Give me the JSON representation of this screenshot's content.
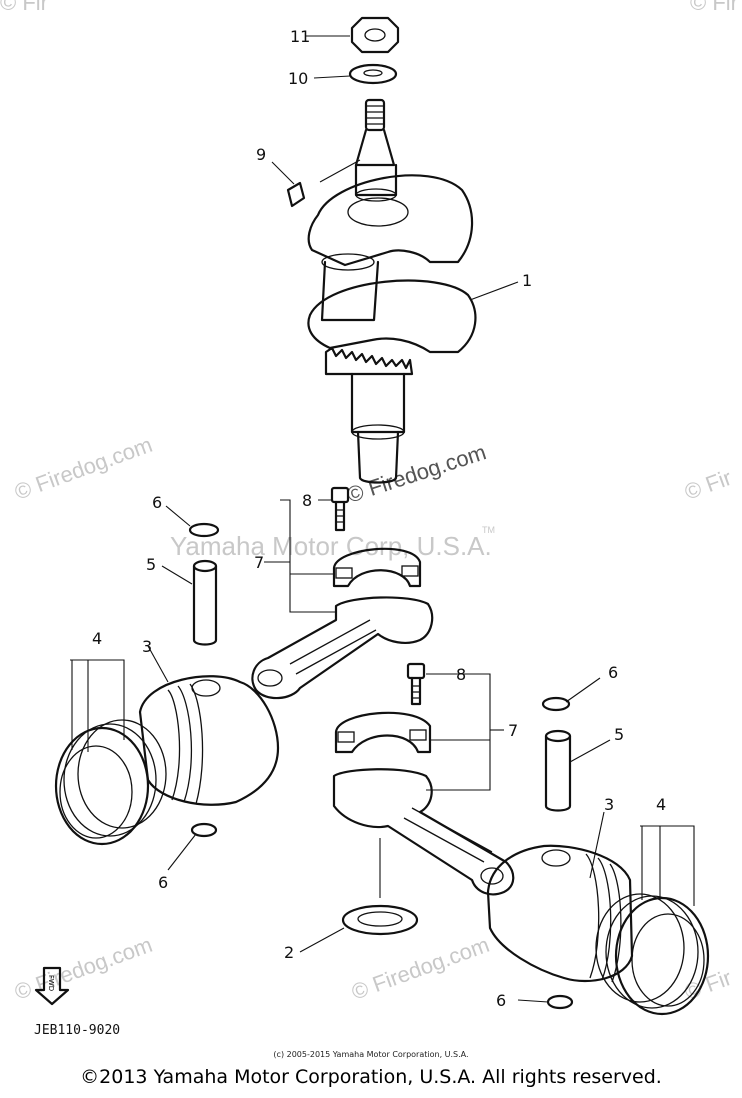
{
  "watermarks": {
    "firedog": "© Firedog.com",
    "firedog_edge": "© Fir",
    "yamaha": "Yamaha Motor Corp, U.S.A.",
    "tm": "TM"
  },
  "callouts": {
    "c11": "11",
    "c10": "10",
    "c9": "9",
    "c1": "1",
    "c8a": "8",
    "c7a": "7",
    "c6a": "6",
    "c5a": "5",
    "c4a": "4",
    "c3a": "3",
    "c6b": "6",
    "c8b": "8",
    "c7b": "7",
    "c6c": "6",
    "c5b": "5",
    "c3b": "3",
    "c4b": "4",
    "c2": "2",
    "c6d": "6"
  },
  "fwd_label": "FWD",
  "drawing_code": "JEB110-9020",
  "credit": "(c) 2005-2015 Yamaha Motor Corporation, U.S.A.",
  "copyright": "©2013 Yamaha Motor Corporation, U.S.A. All rights reserved."
}
